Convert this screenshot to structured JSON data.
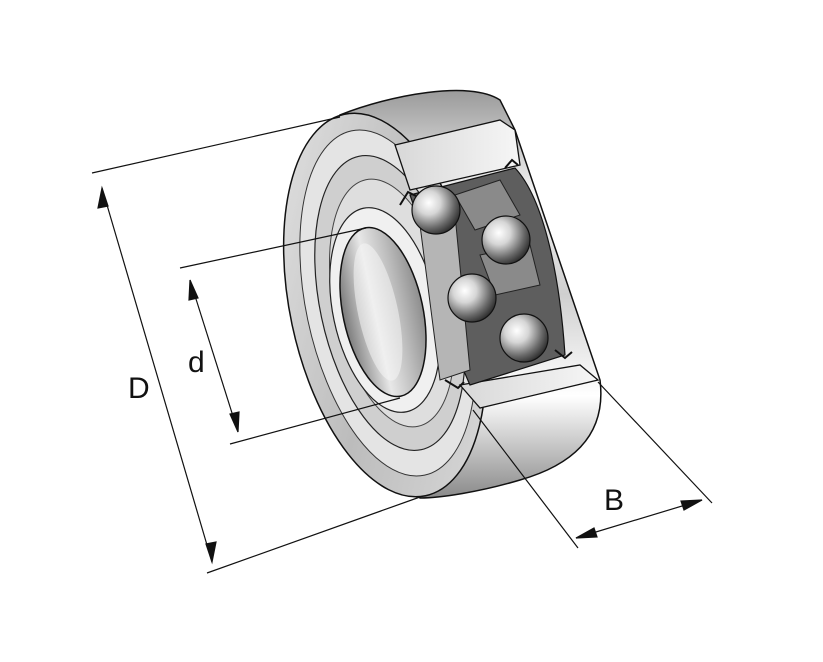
{
  "labels": {
    "D": "D",
    "d": "d",
    "B": "B"
  },
  "colors": {
    "line": "#111111",
    "steel_light": "#f2f2f2",
    "steel_mid": "#bdbdbd",
    "steel_dark": "#6e6e6e",
    "cage": "#5a5a5a",
    "background": "#ffffff"
  }
}
